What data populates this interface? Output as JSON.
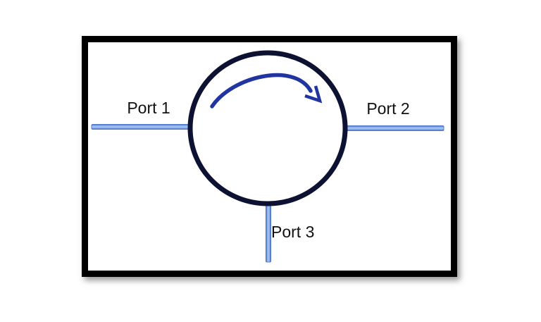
{
  "diagram": {
    "type": "optical-circulator",
    "labels": {
      "port1": "Port 1",
      "port2": "Port 2",
      "port3": "Port 3"
    },
    "arrow": {
      "direction": "clockwise",
      "icon": "curved-clockwise-arrow"
    },
    "colors": {
      "background": "#ffffff",
      "frame_border": "#000000",
      "circle_stroke": "#0d1233",
      "arrow_stroke": "#2135a0",
      "port_line_edge": "#3c64c0",
      "port_line_center": "#8ab0ee",
      "port_line_highlight": "#a9c6f2",
      "label_text": "#111111"
    }
  }
}
